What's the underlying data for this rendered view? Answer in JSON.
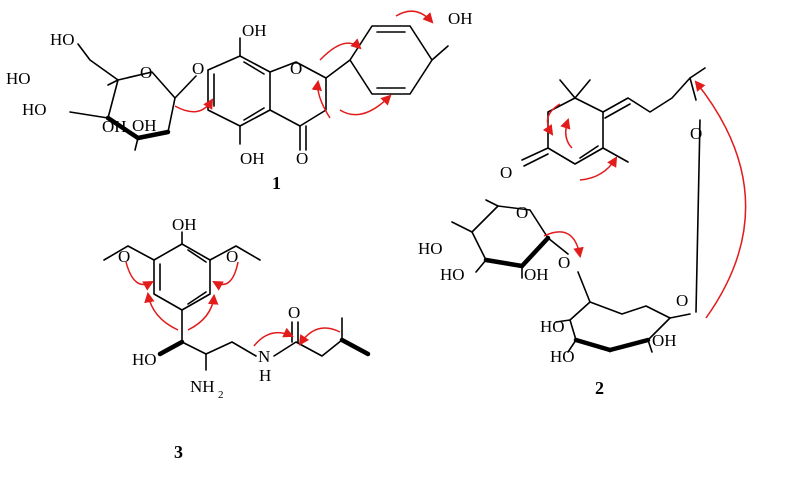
{
  "compounds": [
    {
      "number": "1",
      "atom_labels": [
        "HO",
        "HO",
        "HO",
        "OH",
        "O",
        "O",
        "OH",
        "O",
        "OH",
        "OH",
        "O",
        "OH"
      ]
    },
    {
      "number": "2",
      "atom_labels": [
        "O",
        "O",
        "HO",
        "HO",
        "OH",
        "O",
        "O",
        "HO",
        "HO",
        "OH",
        "O"
      ]
    },
    {
      "number": "3",
      "atom_labels": [
        "OH",
        "O",
        "O",
        "HO",
        "NH",
        "N",
        "H",
        "O"
      ],
      "amine_label": "NH",
      "amine_subscript": "2"
    }
  ],
  "colors": {
    "bonds": "#000000",
    "hmbc_arrows": "#e21b1b"
  }
}
